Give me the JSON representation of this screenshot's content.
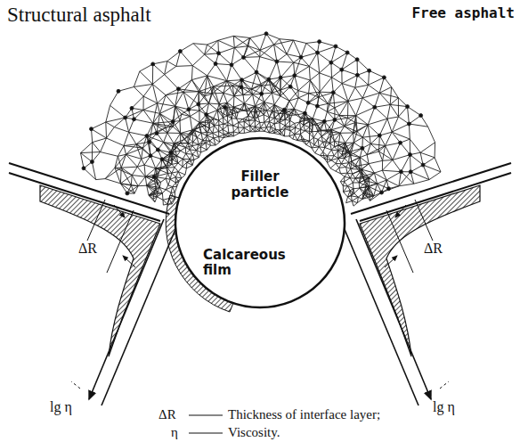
{
  "diagram": {
    "nodes": [
      {
        "text": [
          "Filler particle"
        ]
      }
    ],
    "labels": [
      "Structural asphalt",
      "Free asphalt",
      "Calcareous film",
      "ΔR",
      "ΔR",
      "lg η",
      "lg η",
      "ΔR",
      "Thickness of interface layer;",
      "η",
      "Viscosity."
    ]
  }
}
